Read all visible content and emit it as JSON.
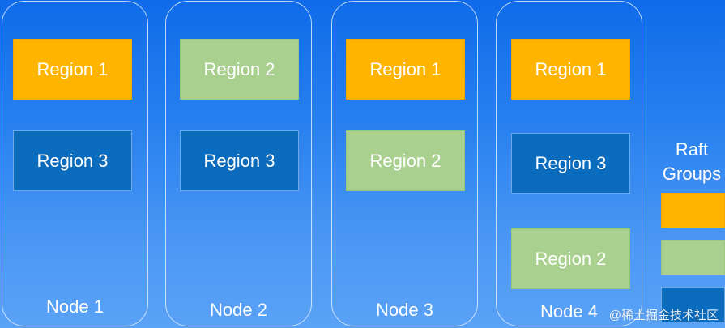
{
  "colors": {
    "raft_group_1": "#ffb400",
    "raft_group_2": "#a9d08e",
    "raft_group_3": "#0b6bbd"
  },
  "nodes": [
    {
      "label": "Node 1",
      "regions": [
        "Region 1",
        "Region 3"
      ]
    },
    {
      "label": "Node 2",
      "regions": [
        "Region 2",
        "Region 3"
      ]
    },
    {
      "label": "Node 3",
      "regions": [
        "Region 1",
        "Region 2"
      ]
    },
    {
      "label": "Node 4",
      "regions": [
        "Region 1",
        "Region 3",
        "Region 2"
      ]
    }
  ],
  "legend": {
    "title": "Raft\nGroups"
  },
  "watermark": "@稀土掘金技术社区"
}
